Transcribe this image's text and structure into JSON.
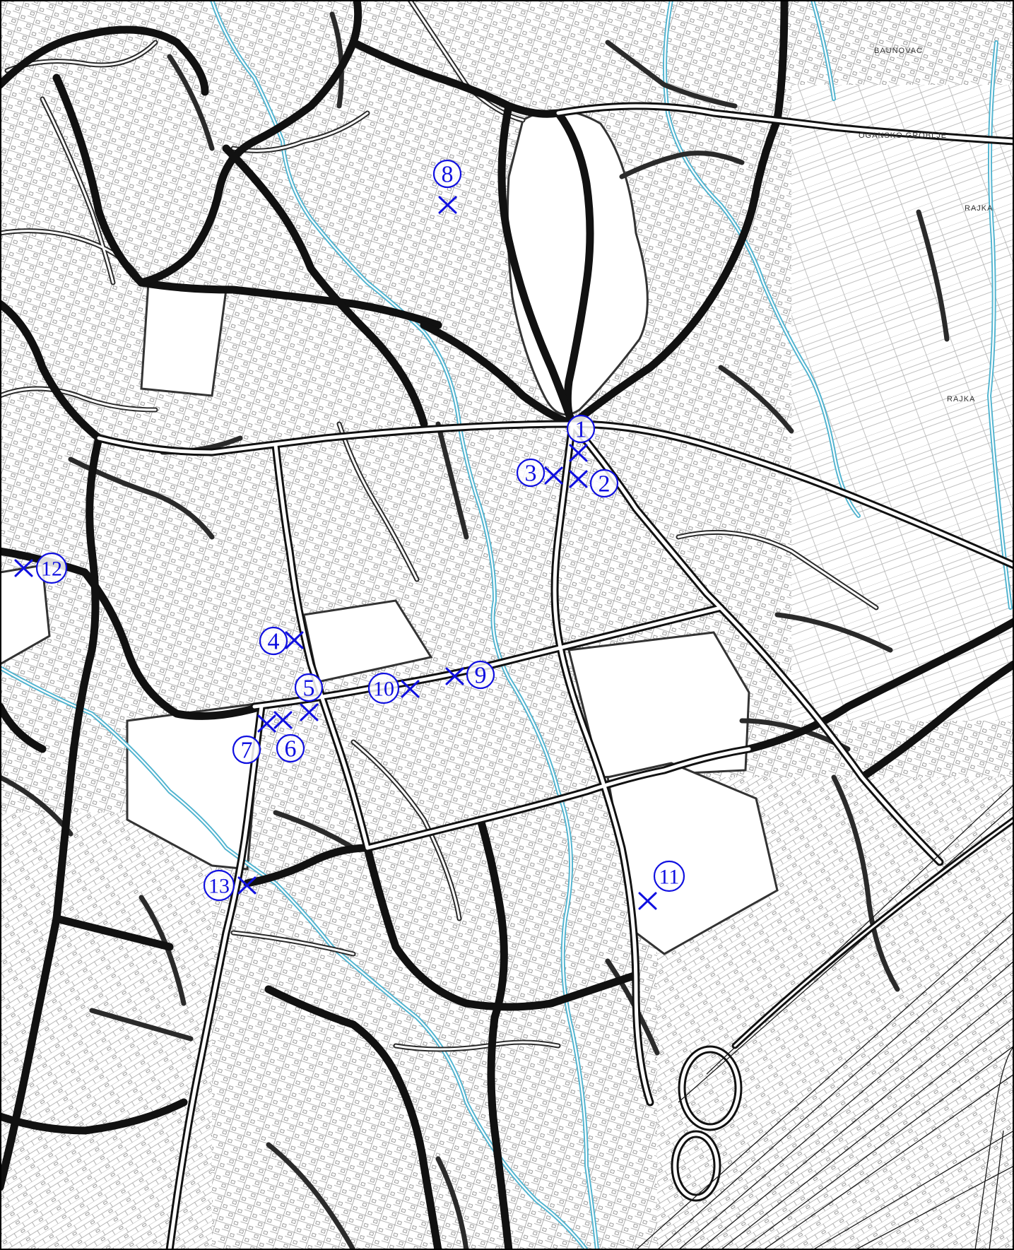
{
  "map": {
    "places": [
      {
        "id": "baunovac",
        "text": "BAUNOVAC"
      },
      {
        "id": "ogansko",
        "text": "OGANSKO GROBLJE"
      },
      {
        "id": "rajka1",
        "text": "RAJKA"
      },
      {
        "id": "rajka2",
        "text": "RAJKA"
      }
    ],
    "markers": [
      {
        "id": "1",
        "label": "1"
      },
      {
        "id": "2",
        "label": "2"
      },
      {
        "id": "3",
        "label": "3"
      },
      {
        "id": "4",
        "label": "4"
      },
      {
        "id": "5",
        "label": "5"
      },
      {
        "id": "6",
        "label": "6"
      },
      {
        "id": "7",
        "label": "7"
      },
      {
        "id": "8",
        "label": "8"
      },
      {
        "id": "9",
        "label": "9"
      },
      {
        "id": "10",
        "label": "10"
      },
      {
        "id": "11",
        "label": "11"
      },
      {
        "id": "12",
        "label": "12"
      },
      {
        "id": "13",
        "label": "13"
      }
    ],
    "colors": {
      "marker": "#1010e0",
      "river": "#4fb3cf",
      "road": "#111111",
      "background": "#ffffff"
    }
  }
}
